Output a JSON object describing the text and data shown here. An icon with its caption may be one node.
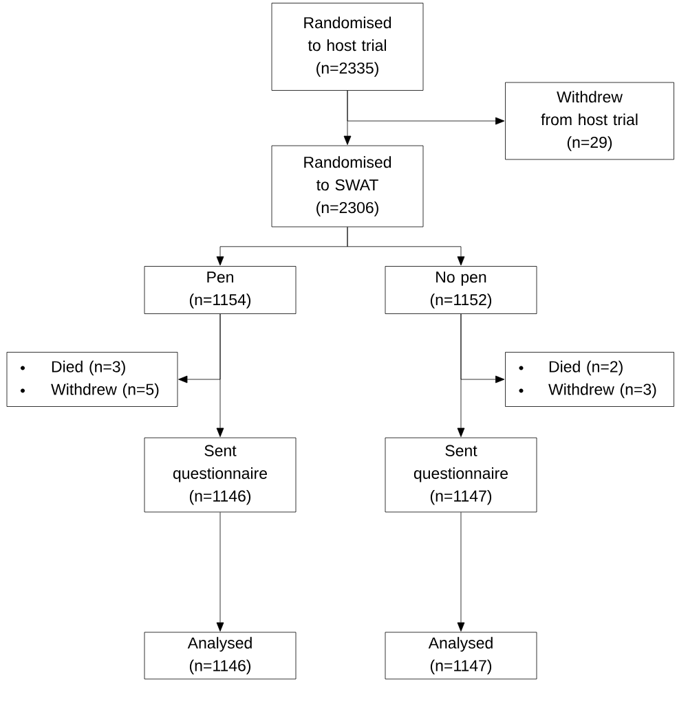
{
  "diagram": {
    "nodes": [
      {
        "text": [
          "Randomised to host trial",
          "(n=2335)"
        ]
      },
      {
        "text": [
          "Withdrew from host trial",
          "(n=29)"
        ]
      },
      {
        "text": [
          "Randomised to SWAT",
          "(n=2306)"
        ]
      },
      {
        "text": [
          "Pen",
          "(n=1154)"
        ]
      },
      {
        "text": [
          "No pen",
          "(n=1152)"
        ]
      },
      {
        "text": [
          "Died (n=3)",
          "Withdrew (n=5)"
        ]
      },
      {
        "text": [
          "Died (n=2)",
          "Withdrew (n=3)"
        ]
      },
      {
        "text": [
          "Sent questionnaire",
          "(n=1146)"
        ]
      },
      {
        "text": [
          "Sent questionnaire",
          "(n=1147)"
        ]
      },
      {
        "text": [
          "Analysed",
          "(n=1146)"
        ]
      },
      {
        "text": [
          "Analysed",
          "(n=1147)"
        ]
      }
    ],
    "edges": [
      {
        "from": 0,
        "to": 2,
        "arrow": "to"
      },
      {
        "from": 0,
        "to": 1,
        "arrow": "to"
      },
      {
        "from": 2,
        "to": 3,
        "arrow": "to"
      },
      {
        "from": 2,
        "to": 4,
        "arrow": "to"
      },
      {
        "from": 3,
        "to": 7,
        "arrow": "to"
      },
      {
        "from": 3,
        "to": 5,
        "arrow": "to"
      },
      {
        "from": 4,
        "to": 8,
        "arrow": "to"
      },
      {
        "from": 4,
        "to": 6,
        "arrow": "to"
      },
      {
        "from": 7,
        "to": 9,
        "arrow": "to"
      },
      {
        "from": 8,
        "to": 10,
        "arrow": "to"
      }
    ]
  }
}
